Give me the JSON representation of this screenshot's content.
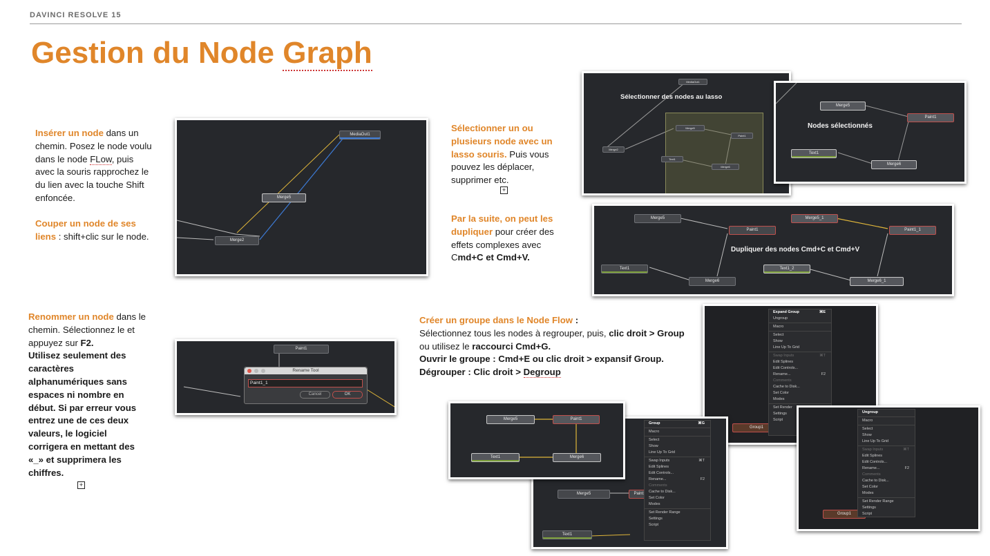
{
  "header": {
    "kicker": "DAVINCI RESOLVE 15"
  },
  "title": {
    "part1": "Gestion du Node ",
    "part2": "Graph"
  },
  "block_insert": {
    "h1": "Insérer un node",
    "t1": " dans un chemin. Posez le node voulu dans le node ",
    "flow": "FLow",
    "t2": ", puis avec la souris rapprochez le du lien avec la touche Shift enfoncée.",
    "h2": "Couper un node de ses liens",
    "t3": " : shift+clic sur le node."
  },
  "block_lasso": {
    "h1": "Sélectionner un ou plusieurs node avec un lasso souris.",
    "t1": " Puis vous pouvez les déplacer, supprimer etc."
  },
  "block_dup": {
    "h1": "Par la suite, on peut les dupliquer",
    "t1": " pour créer des effets complexes avec C",
    "b1": "md+C et Cmd+V."
  },
  "block_rename": {
    "h1": "Renommer un node",
    "t1": " dans le chemin. Sélectionnez le et appuyez sur ",
    "b1": "F2.",
    "b2": "Utilisez seulement des caractères alphanumériques sans espaces ni nombre en début. Si par erreur vous entrez une de ces deux valeurs, le logiciel corrigera en mettant des «_» et supprimera les chiffres."
  },
  "block_group": {
    "h1": "Créer un groupe dans le Node Flow",
    "h1b": " :",
    "t1": "Sélectionnez tous les nodes à regrouper, puis, ",
    "b1": "clic droit > Group",
    "t2": " ou utilisez le ",
    "b2": "raccourci Cmd+G.",
    "b3": "Ouvrir le groupe : Cmd+E ou clic droit > expansif Group.",
    "b4": "Dégrouper : Clic droit > ",
    "b5": "Degroup"
  },
  "shot_insert": {
    "nodes": [
      "MediaOut1",
      "Merge5",
      "Merge2"
    ]
  },
  "shot_lasso": {
    "caption": "Sélectionner des nodes au lasso",
    "nodes": [
      "MediaOut1",
      "Merge2",
      "Merge5",
      "Paint1",
      "Text1",
      "Merge6"
    ]
  },
  "shot_selected": {
    "caption": "Nodes sélectionnés",
    "nodes": [
      "Merge5",
      "Paint1",
      "Text1",
      "Merge6"
    ]
  },
  "shot_dup": {
    "caption": "Dupliquer des nodes Cmd+C et Cmd+V",
    "nodes": [
      "Merge5",
      "Paint1",
      "Text1",
      "Merge6",
      "Merge5_1",
      "Paint1_1",
      "Text1_2",
      "Merge6_1"
    ]
  },
  "shot_rename": {
    "node": "Paint1",
    "dialog_title": "Rename Tool",
    "field_value": "Paint1_1",
    "cancel": "Cancel",
    "ok": "OK"
  },
  "menu_group": {
    "nodes": [
      "Merge5",
      "Paint1",
      "Text1",
      "Merge6"
    ],
    "items": [
      "Group",
      "Macro",
      "Select",
      "Show",
      "Line Up To Grid",
      "Swap Inputs",
      "Edit Splines",
      "Edit Controls...",
      "Rename...",
      "Comments",
      "Cache to Disk...",
      "Set Color",
      "Modes",
      "Set Render Range",
      "Settings",
      "Script"
    ],
    "shortcut_group": "⌘G",
    "shortcut_swap": "⌘T",
    "shortcut_rename": "F2"
  },
  "menu_expand": {
    "items": [
      "Expand Group",
      "Ungroup",
      "Macro",
      "Select",
      "Show",
      "Line Up To Grid",
      "Swap Inputs",
      "Edit Splines",
      "Edit Controls...",
      "Rename...",
      "Comments",
      "Cache to Disk...",
      "Set Color",
      "Modes",
      "Set Render",
      "Settings",
      "Script"
    ],
    "shortcut_expand": "⌘E",
    "shortcut_swap": "⌘T",
    "shortcut_rename": "F2",
    "node": "Group1"
  },
  "menu_ungroup": {
    "items": [
      "Ungroup",
      "Macro",
      "Select",
      "Show",
      "Line Up To Grid",
      "Swap Inputs",
      "Edit Splines",
      "Edit Controls...",
      "Rename...",
      "Comments",
      "Cache to Disk...",
      "Set Color",
      "Modes",
      "Set Render Range",
      "Settings",
      "Script"
    ],
    "shortcut_swap": "⌘T",
    "shortcut_rename": "F2",
    "node": "Group1"
  },
  "colors": {
    "accent": "#e0862a",
    "panel": "#26282c"
  }
}
